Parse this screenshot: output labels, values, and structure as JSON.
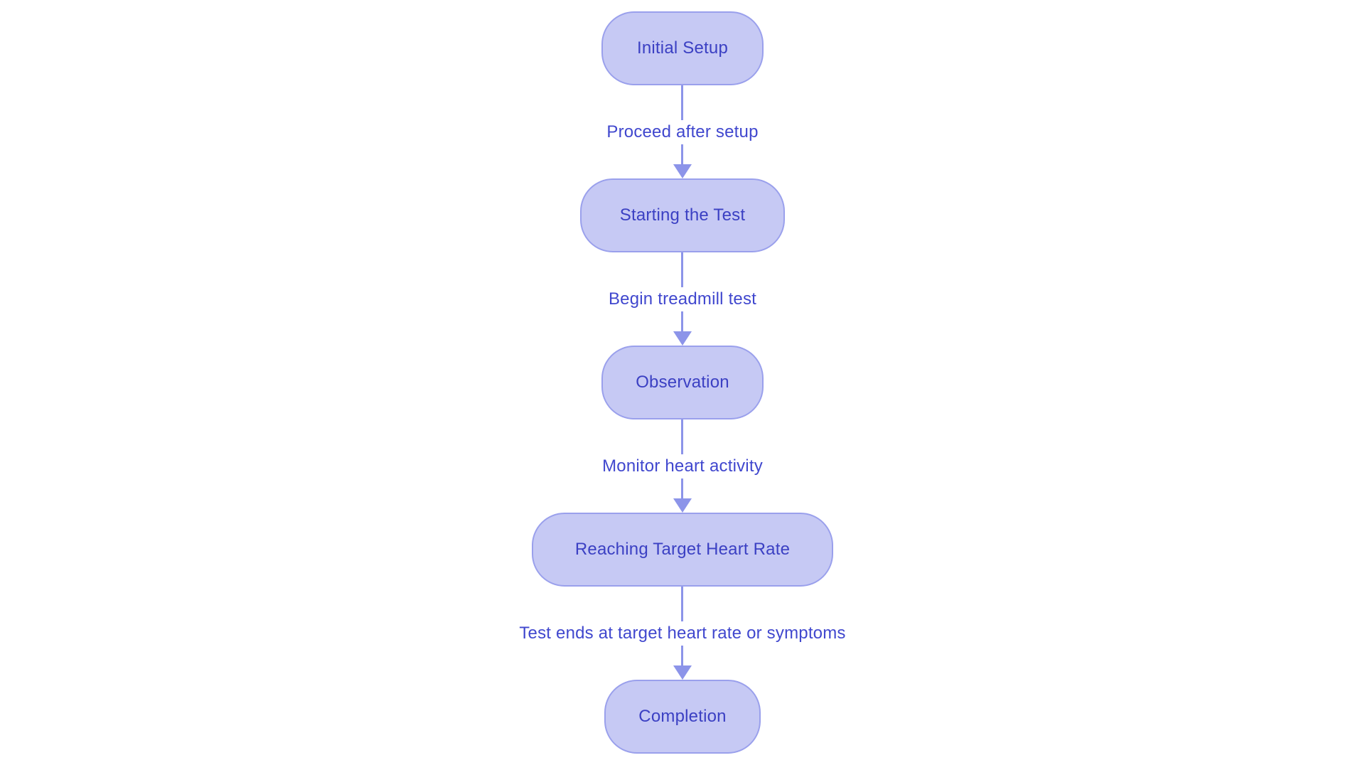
{
  "diagram": {
    "type": "flowchart",
    "direction": "top-down",
    "colors": {
      "background": "#ffffff",
      "node_fill": "#c6c9f4",
      "node_border": "#9aa0ec",
      "node_text": "#3b40c3",
      "edge_color": "#8c94e9",
      "edge_label_color": "#4047ce"
    },
    "nodes": [
      {
        "id": "initial-setup",
        "label": "Initial Setup"
      },
      {
        "id": "starting-the-test",
        "label": "Starting the Test"
      },
      {
        "id": "observation",
        "label": "Observation"
      },
      {
        "id": "reaching-target-heart-rate",
        "label": "Reaching Target Heart Rate"
      },
      {
        "id": "completion",
        "label": "Completion"
      }
    ],
    "edges": [
      {
        "from": "initial-setup",
        "to": "starting-the-test",
        "label": "Proceed after setup"
      },
      {
        "from": "starting-the-test",
        "to": "observation",
        "label": "Begin treadmill test"
      },
      {
        "from": "observation",
        "to": "reaching-target-heart-rate",
        "label": "Monitor heart activity"
      },
      {
        "from": "reaching-target-heart-rate",
        "to": "completion",
        "label": "Test ends at target heart rate or symptoms"
      }
    ]
  }
}
